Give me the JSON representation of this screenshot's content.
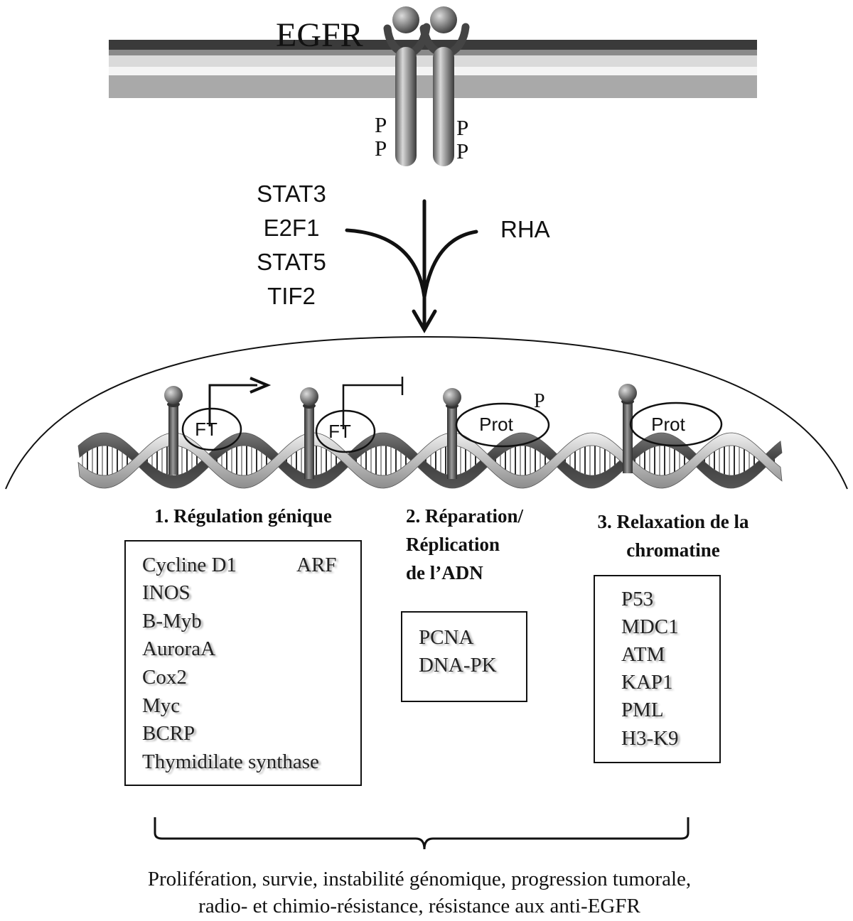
{
  "receptor": {
    "label": "EGFR",
    "phospho": [
      "P",
      "P",
      "P",
      "P"
    ]
  },
  "signaling": {
    "left_factors": [
      "STAT3",
      "E2F1",
      "STAT5",
      "TIF2"
    ],
    "right_factor": "RHA"
  },
  "nucleus": {
    "tf_label": "FT",
    "prot_label": "Prot",
    "prot_phospho": "P"
  },
  "sections": [
    {
      "heading_lines": [
        "1. Régulation génique"
      ],
      "genes": [
        "Cycline D1",
        "INOS",
        "B-Myb",
        "AuroraA",
        "Cox2",
        "Myc",
        "BCRP",
        "Thymidilate synthase"
      ],
      "side_gene": "ARF"
    },
    {
      "heading_lines": [
        "2. Réparation/",
        "Réplication",
        "de l’ADN"
      ],
      "genes": [
        "PCNA",
        "DNA-PK"
      ]
    },
    {
      "heading_lines": [
        "3. Relaxation de la",
        "chromatine"
      ],
      "genes": [
        "P53",
        "MDC1",
        "ATM",
        "KAP1",
        "PML",
        "H3-K9"
      ]
    }
  ],
  "outcome_lines": [
    "Prolifération, survie, instabilité génomique, progression tumorale,",
    "radio- et chimio-résistance, résistance aux anti-EGFR"
  ]
}
